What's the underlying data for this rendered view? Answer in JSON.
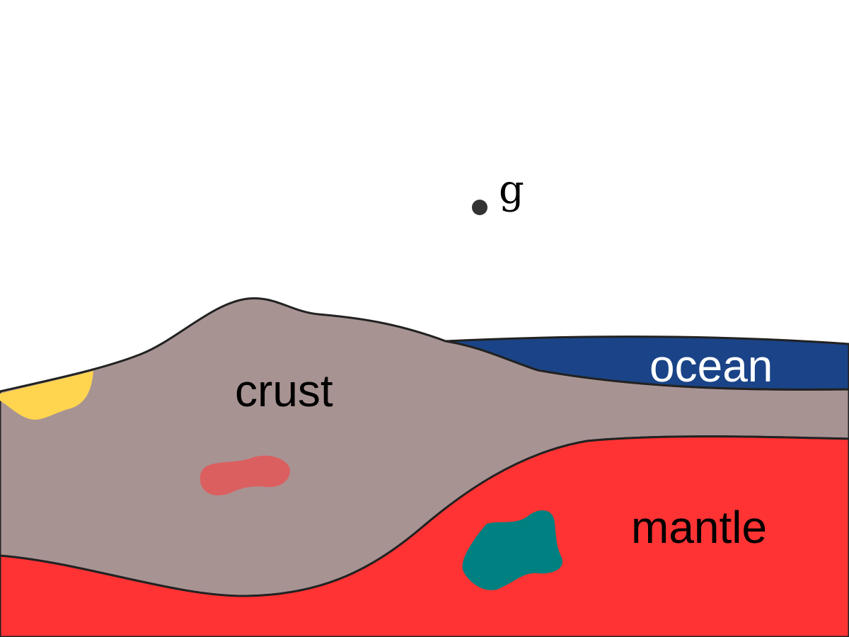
{
  "diagram": {
    "labels": {
      "crust": "crust",
      "ocean": "ocean",
      "mantle": "mantle",
      "gravity_point": "g"
    },
    "colors": {
      "background": "#ffffff",
      "crust": "#a89393",
      "ocean": "#1a4487",
      "mantle": "#ff3333",
      "outline": "#222222",
      "yellow_inclusion": "#ffd54f",
      "pink_inclusion": "#db5f5f",
      "teal_inclusion": "#008080",
      "point": "#333333",
      "ocean_label": "#ffffff",
      "text": "#000000"
    }
  }
}
